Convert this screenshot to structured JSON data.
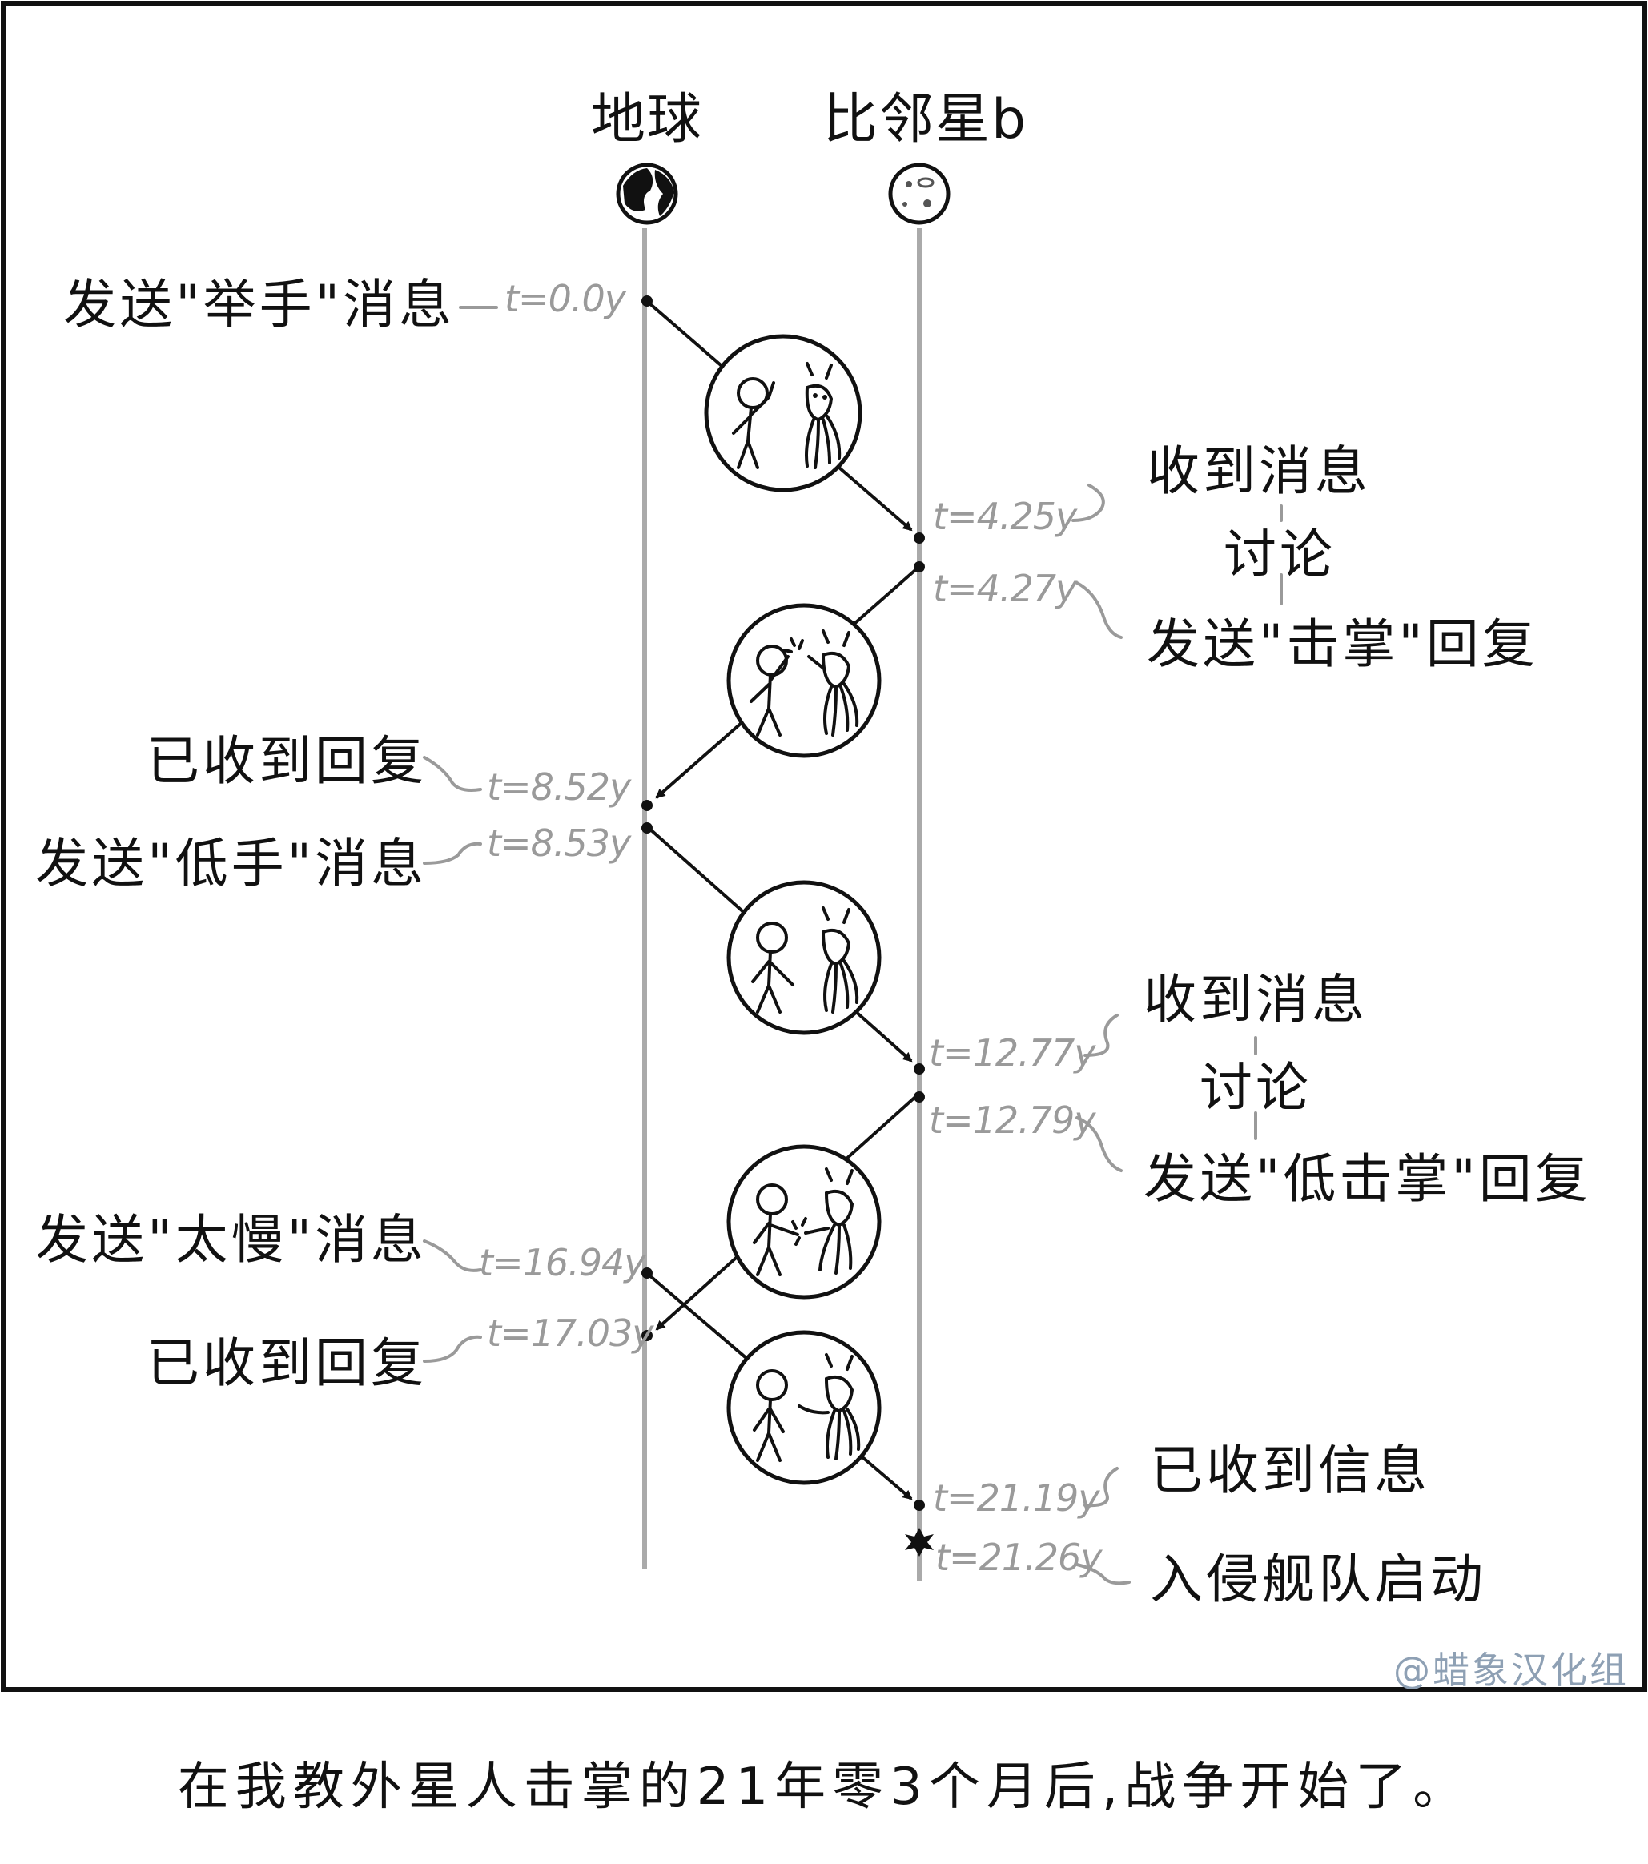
{
  "planets": {
    "earth": "地球",
    "proxima": "比邻星b"
  },
  "events": [
    {
      "time": "t=0.0y",
      "label": "发送\"举手\"消息"
    },
    {
      "time": "t=4.25y",
      "label": "收到消息"
    },
    {
      "time": "t=4.27y",
      "label": "发送\"击掌\"回复"
    },
    {
      "time": "t=8.52y",
      "label": "已收到回复"
    },
    {
      "time": "t=8.53y",
      "label": "发送\"低手\"消息"
    },
    {
      "time": "t=12.77y",
      "label": "收到消息"
    },
    {
      "time": "t=12.79y",
      "label": "发送\"低击掌\"回复"
    },
    {
      "time": "t=16.94y",
      "label": "发送\"太慢\"消息"
    },
    {
      "time": "t=17.03y",
      "label": "已收到回复"
    },
    {
      "time": "t=21.19y",
      "label": "已收到信息"
    },
    {
      "time": "t=21.26y",
      "label": "入侵舰队启动"
    }
  ],
  "discuss": [
    "讨论",
    "讨论"
  ],
  "watermark": "@蜡象汉化组",
  "caption": "在我教外星人击掌的21年零3个月后,战争开始了。"
}
